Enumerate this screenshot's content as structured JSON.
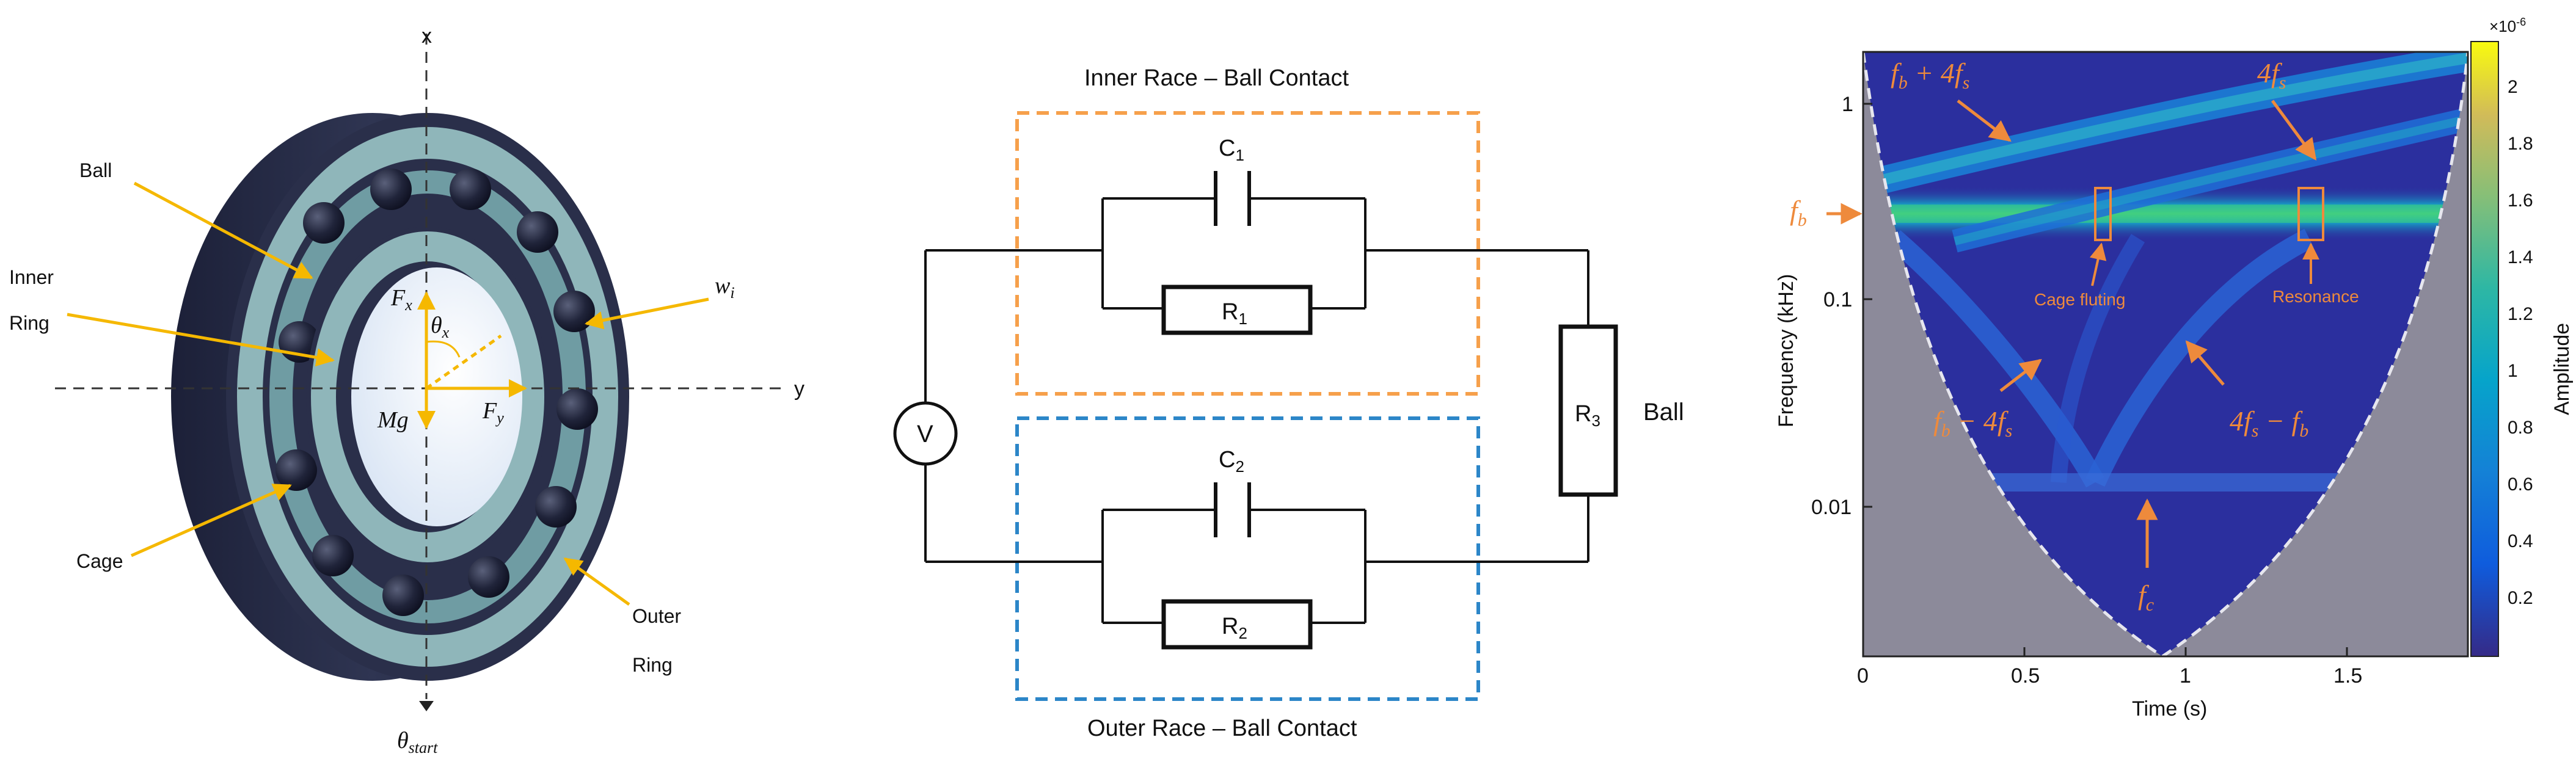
{
  "bearing": {
    "axis_x": "x",
    "axis_y": "y",
    "labels": {
      "ball": "Ball",
      "inner_ring_1": "Inner",
      "inner_ring_2": "Ring",
      "cage": "Cage",
      "outer_ring_1": "Outer",
      "outer_ring_2": "Ring"
    },
    "math": {
      "fx_main": "F",
      "fx_sub": "x",
      "theta_main": "θ",
      "theta_sub": "x",
      "fy_main": "F",
      "fy_sub": "y",
      "mg": "Mg",
      "wi_main": "w",
      "wi_sub": "i",
      "theta_start_main": "θ",
      "theta_start_sub": "start"
    },
    "colors": {
      "outer_dark": "#2a2f4a",
      "ring_teal": "#8fb6ba",
      "ball": "#1f2330",
      "arrow": "#f5b800"
    }
  },
  "circuit": {
    "inner_title": "Inner Race – Ball Contact",
    "outer_title": "Outer Race – Ball Contact",
    "source": "V",
    "c1_main": "C",
    "c1_sub": "1",
    "r1_main": "R",
    "r1_sub": "1",
    "c2_main": "C",
    "c2_sub": "2",
    "r2_main": "R",
    "r2_sub": "2",
    "r3_main": "R",
    "r3_sub": "3",
    "ball_label": "Ball",
    "colors": {
      "inner_box": "#f6a04b",
      "outer_box": "#2c86c8"
    }
  },
  "spectrogram": {
    "ylabel": "Frequency (kHz)",
    "xlabel": "Time (s)",
    "y_ticks": [
      "1",
      "0.1",
      "0.01"
    ],
    "x_ticks": [
      "0",
      "0.5",
      "1",
      "1.5"
    ],
    "colorbar": {
      "label": "Amplitude",
      "exponent": "×10",
      "exponent_power": "-6",
      "ticks": [
        "2",
        "1.8",
        "1.6",
        "1.4",
        "1.2",
        "1",
        "0.8",
        "0.6",
        "0.4",
        "0.2"
      ]
    },
    "annotations": {
      "fb_4fs": "f_b + 4f_s",
      "four_fs": "4f_s",
      "fb": "f_b",
      "cage_fluting": "Cage fluting",
      "resonance": "Resonance",
      "fb_minus": "f_b − 4f_s",
      "fs_minus": "4f_s − f_b",
      "fc": "f_c"
    },
    "colors": {
      "background": "#2b2f9e",
      "band": "#28c7a0",
      "mask": "#8c8a9a",
      "annotation": "#ee8a3c"
    }
  }
}
